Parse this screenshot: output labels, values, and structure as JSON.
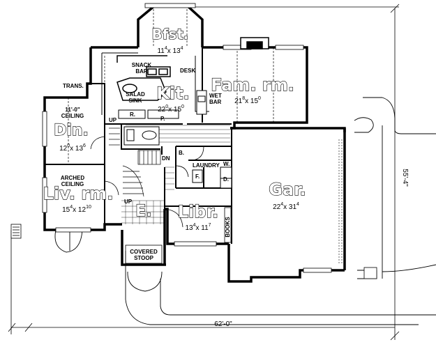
{
  "rooms": {
    "bfst": {
      "name": "Bfst.",
      "dim_a": "11",
      "dim_a_sup": "4",
      "dim_b": "x 13",
      "dim_b_sup": "4"
    },
    "kit": {
      "name": "Kit.",
      "dim_a": "22",
      "dim_a_sup": "0",
      "dim_b": "x 15",
      "dim_b_sup": "0"
    },
    "fam": {
      "name": "Fam. rm.",
      "dim_a": "21",
      "dim_a_sup": "8",
      "dim_b": "x 15",
      "dim_b_sup": "0"
    },
    "din": {
      "name": "Din.",
      "dim_a": "12",
      "dim_a_sup": "0",
      "dim_b": "x 13",
      "dim_b_sup": "6"
    },
    "liv": {
      "name": "Liv. rm.",
      "dim_a": "15",
      "dim_a_sup": "4",
      "dim_b": "x 12",
      "dim_b_sup": "10"
    },
    "libr": {
      "name": "Libr.",
      "dim_a": "13",
      "dim_a_sup": "4",
      "dim_b": "x 11",
      "dim_b_sup": "7"
    },
    "gar": {
      "name": "Gar.",
      "dim_a": "22",
      "dim_a_sup": "4",
      "dim_b": "x 31",
      "dim_b_sup": "4"
    },
    "entry": {
      "name": "E."
    }
  },
  "labels": {
    "snack_bar": [
      "SNACK",
      "BAR"
    ],
    "salad_sink": [
      "SALAD",
      "SINK"
    ],
    "desk": "DESK",
    "wet_bar": [
      "WET",
      "BAR"
    ],
    "trans": "TRANS.",
    "din_ceiling": [
      "11'-0\"",
      "CEILING"
    ],
    "arched_ceiling": [
      "ARCHED",
      "CEILING"
    ],
    "up_kitchen": "UP",
    "up_living": "UP",
    "r": "R.",
    "p": "P.",
    "dn": "DN",
    "b": "B.",
    "laundry": "LAUNDRY",
    "w": "W.",
    "f": "F.",
    "d": "D.",
    "books": "BOOKS",
    "covered_stoop": [
      "COVERED",
      "STOOP"
    ]
  },
  "dimensions": {
    "overall_width": "62'-0\"",
    "overall_depth": "55'-4\""
  }
}
